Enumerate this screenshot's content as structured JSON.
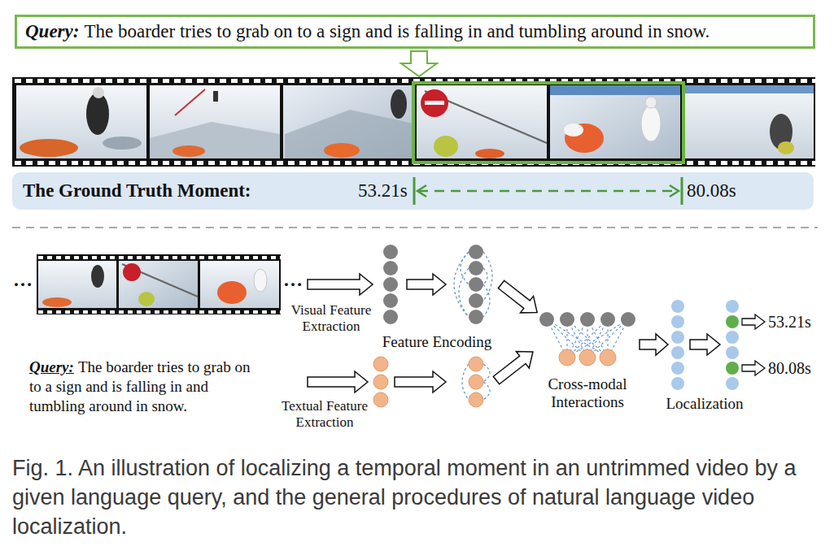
{
  "diagram": {
    "caption": "Fig. 1. An illustration of localizing a temporal moment in an untrimmed video by a given language query, and the general procedures of natural language video localization.",
    "nodes": [
      {
        "text": [
          "Query:",
          "The boarder tries to grab on to a sign and is falling in and tumbling around in snow."
        ]
      },
      {
        "text": [
          "The Ground Truth Moment:",
          "53.21s",
          "80.08s"
        ]
      }
    ],
    "labels": [
      "…",
      "…",
      "Query:",
      "The boarder tries to grab on to a sign and is falling in and tumbling around in snow.",
      "Visual Feature Extraction",
      "Textual Feature Extraction",
      "Feature Encoding",
      "Cross-modal Interactions",
      "Localization",
      "53.21s",
      "80.08s"
    ]
  }
}
